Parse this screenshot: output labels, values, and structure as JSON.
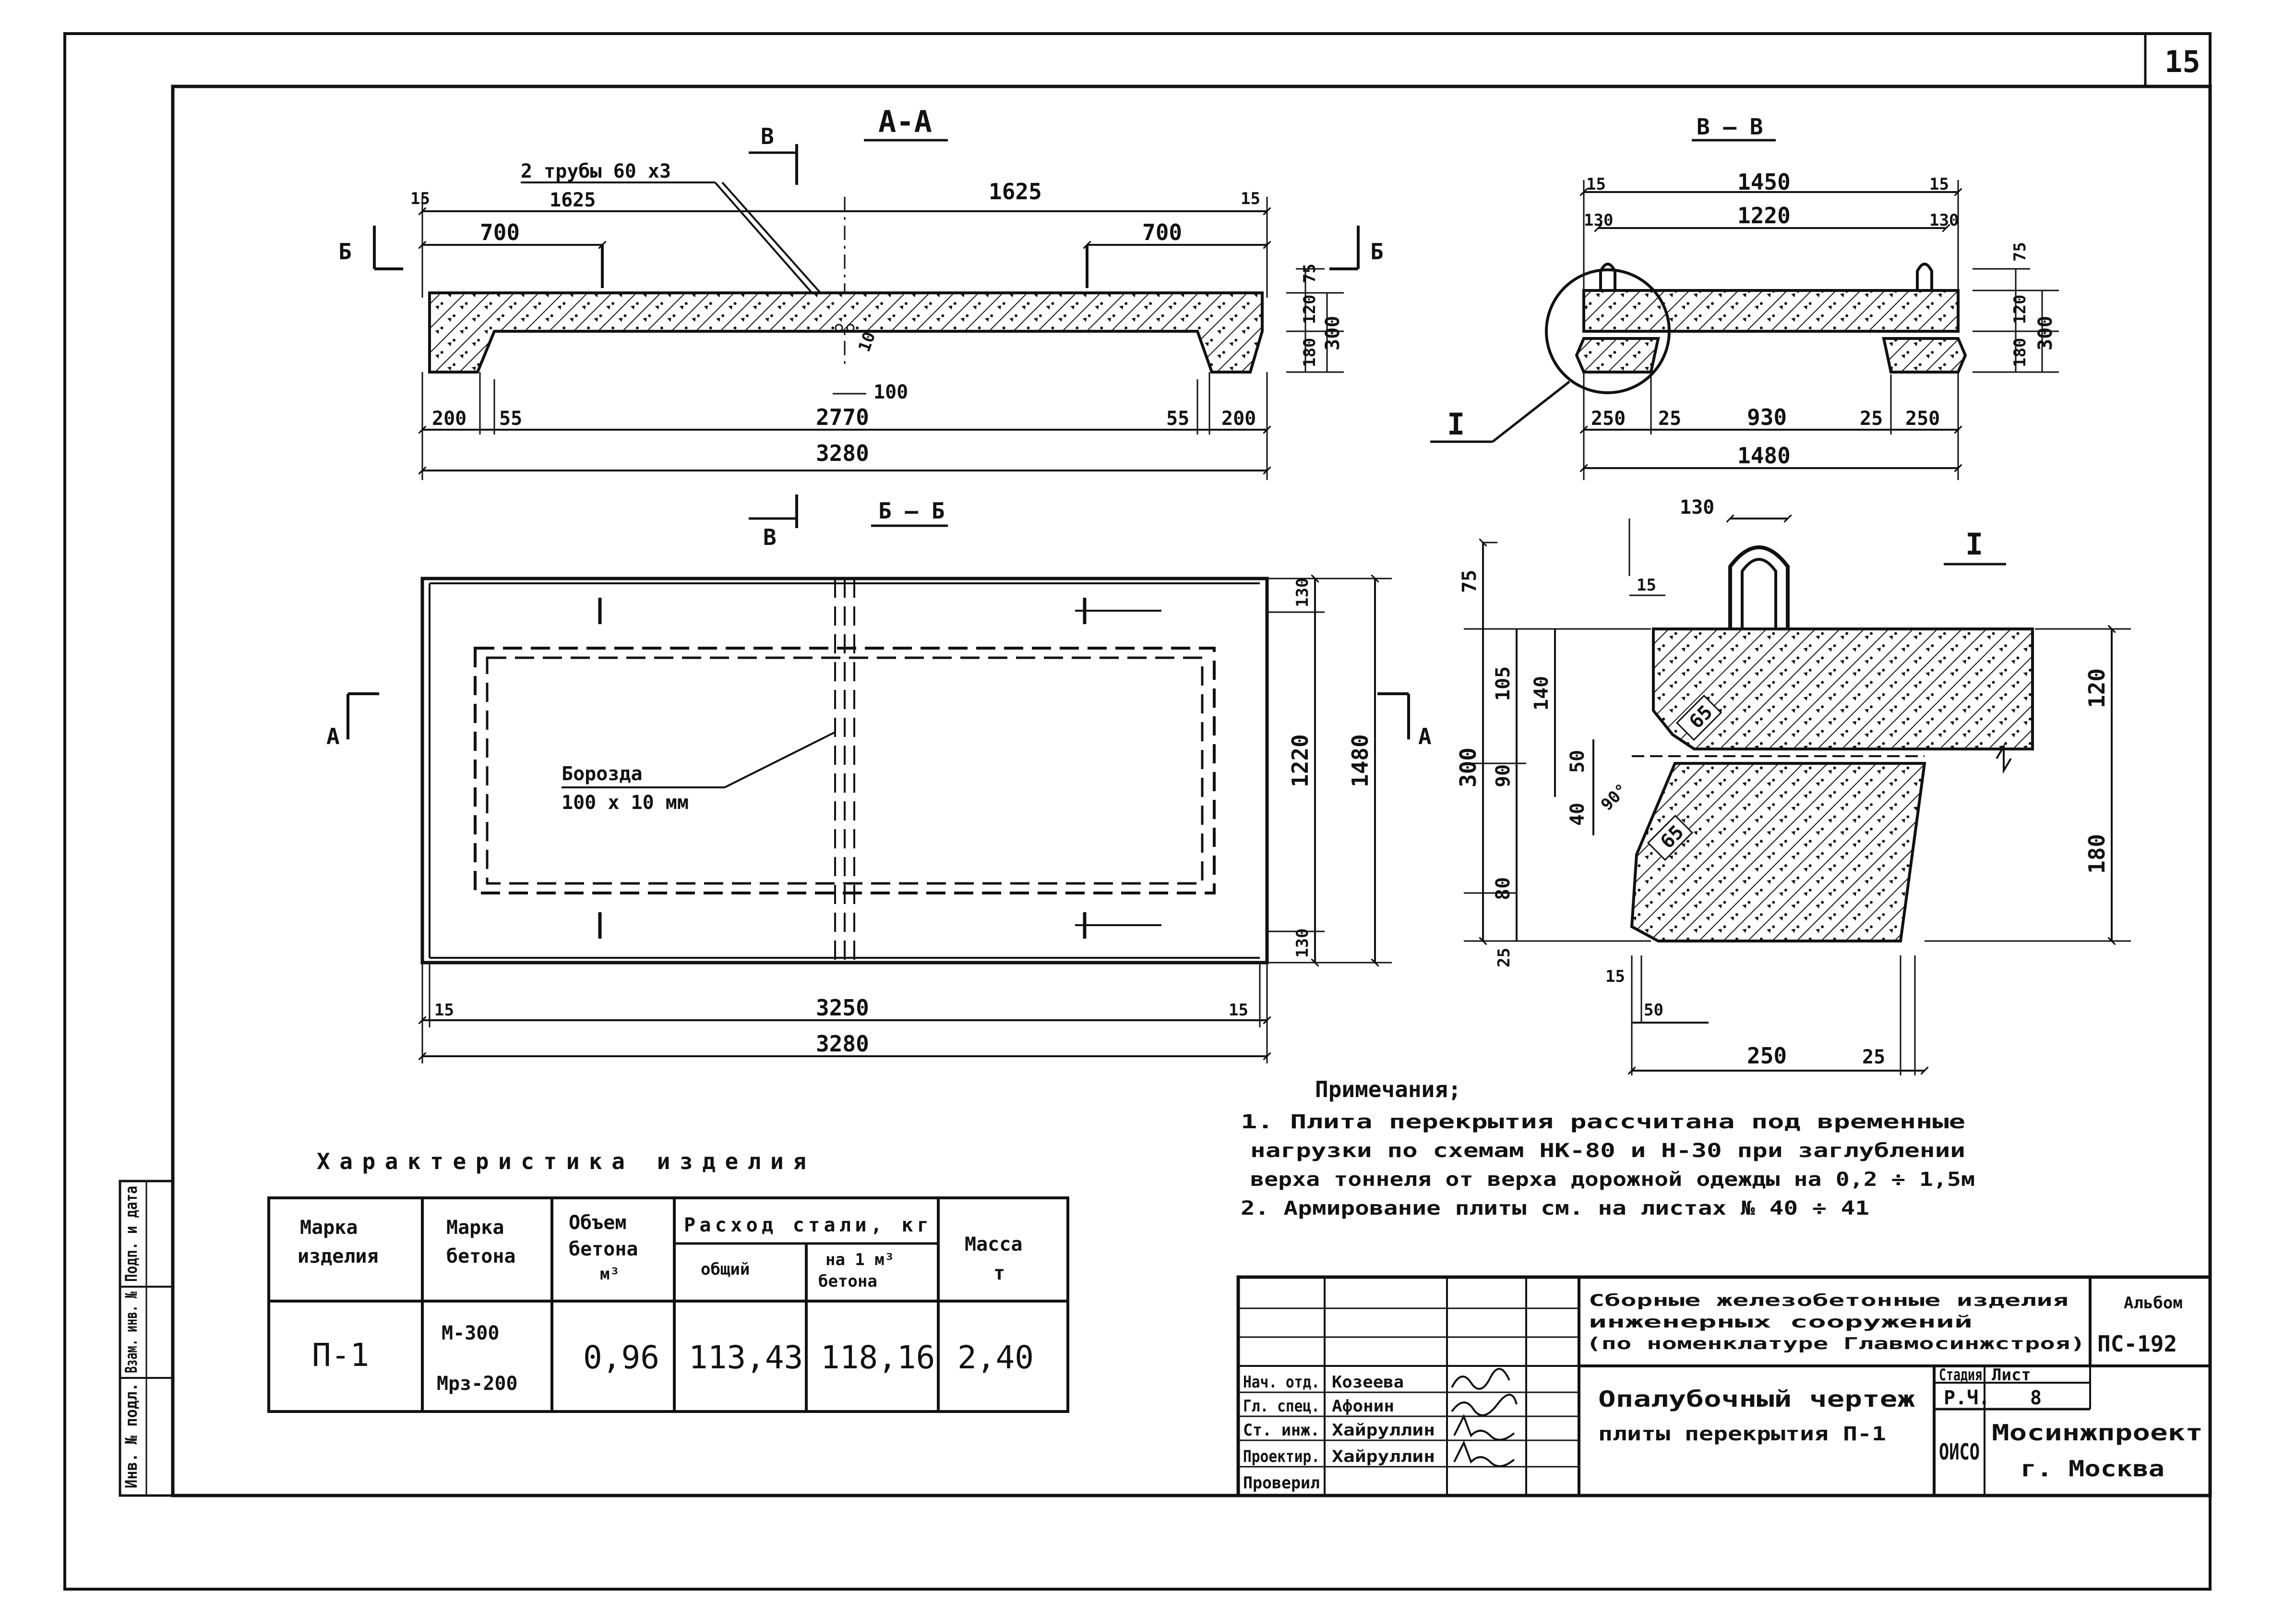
{
  "sheet": {
    "page_number": "15"
  },
  "section_aa": {
    "title": "А-А",
    "pipe_label": "2 трубы 60 х3",
    "cut_b": "В",
    "cut_bb": "Б",
    "dims": {
      "end15": "15",
      "half1625a": "1625",
      "half1625b": "1625",
      "hook700a": "700",
      "hook700b": "700",
      "d200": "200",
      "d55": "55",
      "d2770": "2770",
      "d100": "100",
      "d3280": "3280",
      "d10": "10",
      "h75": "75",
      "h120": "120",
      "h180": "180",
      "h300": "300"
    }
  },
  "section_vv": {
    "title": "В – В",
    "detail_mark": "I",
    "dims": {
      "d15": "15",
      "d1450": "1450",
      "d130": "130",
      "d1220": "1220",
      "d250": "250",
      "d25": "25",
      "d930": "930",
      "d1480": "1480",
      "h75": "75",
      "h120": "120",
      "h180": "180",
      "h300": "300"
    }
  },
  "section_bb": {
    "title": "Б – Б",
    "cut_a": "А",
    "mark_i": "I",
    "groove_label": "Борозда",
    "groove_size": "100 х 10 мм",
    "dims": {
      "d15": "15",
      "d3250": "3250",
      "d3280": "3280",
      "d130": "130",
      "d1220": "1220",
      "d1480": "1480"
    }
  },
  "detail_i": {
    "title": "I",
    "dims": {
      "d130": "130",
      "d15": "15",
      "d75": "75",
      "d105": "105",
      "d140": "140",
      "d90": "90",
      "d50": "50",
      "d40": "40",
      "d80": "80",
      "d25": "25",
      "d300": "300",
      "d120": "120",
      "d180": "180",
      "d65a": "65",
      "d65b": "65",
      "deg90": "90°",
      "b15": "15",
      "b50": "50",
      "b250": "250",
      "b25": "25"
    }
  },
  "notes": {
    "title": "Примечания;",
    "lines": [
      "1. Плита перекрытия рассчитана под временные",
      "нагрузки по схемам НК-80 и Н-30 при заглублении",
      "верха тоннеля от верха дорожной одежды на 0,2 ÷ 1,5м",
      "2. Армирование плиты см. на листах № 40 ÷ 41"
    ]
  },
  "spec_table": {
    "title": "Характеристика изделия",
    "headers": {
      "mark": [
        "Марка",
        "изделия"
      ],
      "concrete": [
        "Марка",
        "бетона"
      ],
      "volume": [
        "Объем",
        "бетона",
        "м³"
      ],
      "steel": "Расход стали, кг",
      "steel_total": "общий",
      "steel_per": [
        "на 1 м³",
        "бетона"
      ],
      "mass": [
        "Масса",
        "т"
      ]
    },
    "row": {
      "mark": "П-1",
      "concrete": [
        "М-300",
        "Мрз-200"
      ],
      "volume": "0,96",
      "steel_total": "113,43",
      "steel_per": "118,16",
      "mass": "2,40"
    }
  },
  "side_stamp": [
    "Инв. № подл.",
    "Подп. и дата",
    "Взам. инв. №"
  ],
  "title_block": {
    "series": [
      "Сборные железобетонные изделия",
      "инженерных сооружений",
      "(по номенклатуре Главмосинжстроя)"
    ],
    "album_label": "Альбом",
    "album": "ПС-192",
    "drawing_title": [
      "Опалубочный чертеж",
      "плиты перекрытия П-1"
    ],
    "stage_label": "Стадия",
    "sheet_label": "Лист",
    "stage": "Р.Ч.",
    "sheet": "8",
    "dept": "ОИСО",
    "org": [
      "Мосинжпроект",
      "г. Москва"
    ],
    "roles": [
      {
        "role": "Нач. отд.",
        "name": "Козеева"
      },
      {
        "role": "Гл. спец.",
        "name": "Афонин"
      },
      {
        "role": "Ст. инж.",
        "name": "Хайруллин"
      },
      {
        "role": "Проектир.",
        "name": "Хайруллин"
      },
      {
        "role": "Проверил",
        "name": ""
      }
    ]
  }
}
